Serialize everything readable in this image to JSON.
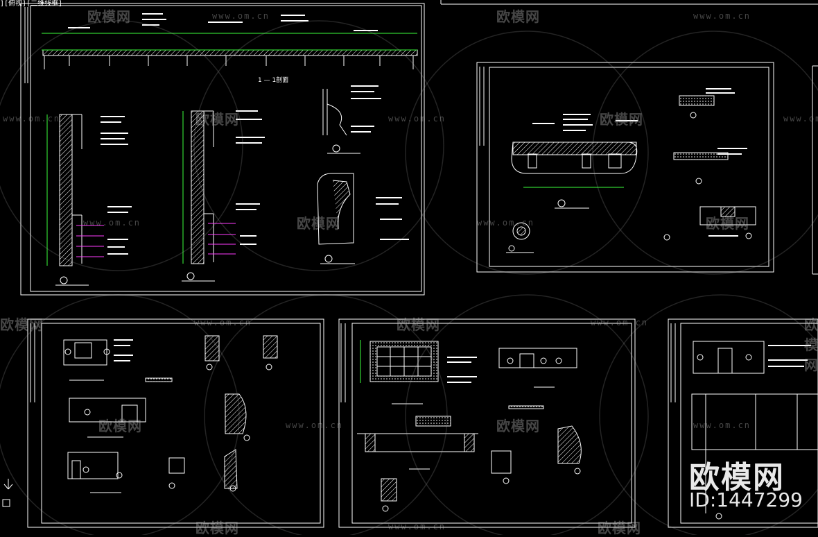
{
  "viewport_label": "][俯视][二维线框]",
  "watermark": {
    "brand": "欧模网",
    "url": "www.om.cn",
    "item_id": "ID:1447299"
  },
  "colors": {
    "background": "#000000",
    "line_white": "#ffffff",
    "line_green": "#3cff3c",
    "line_magenta": "#ff3cff",
    "line_cyan": "#00e5ff",
    "watermark": "#c8c8c8"
  }
}
